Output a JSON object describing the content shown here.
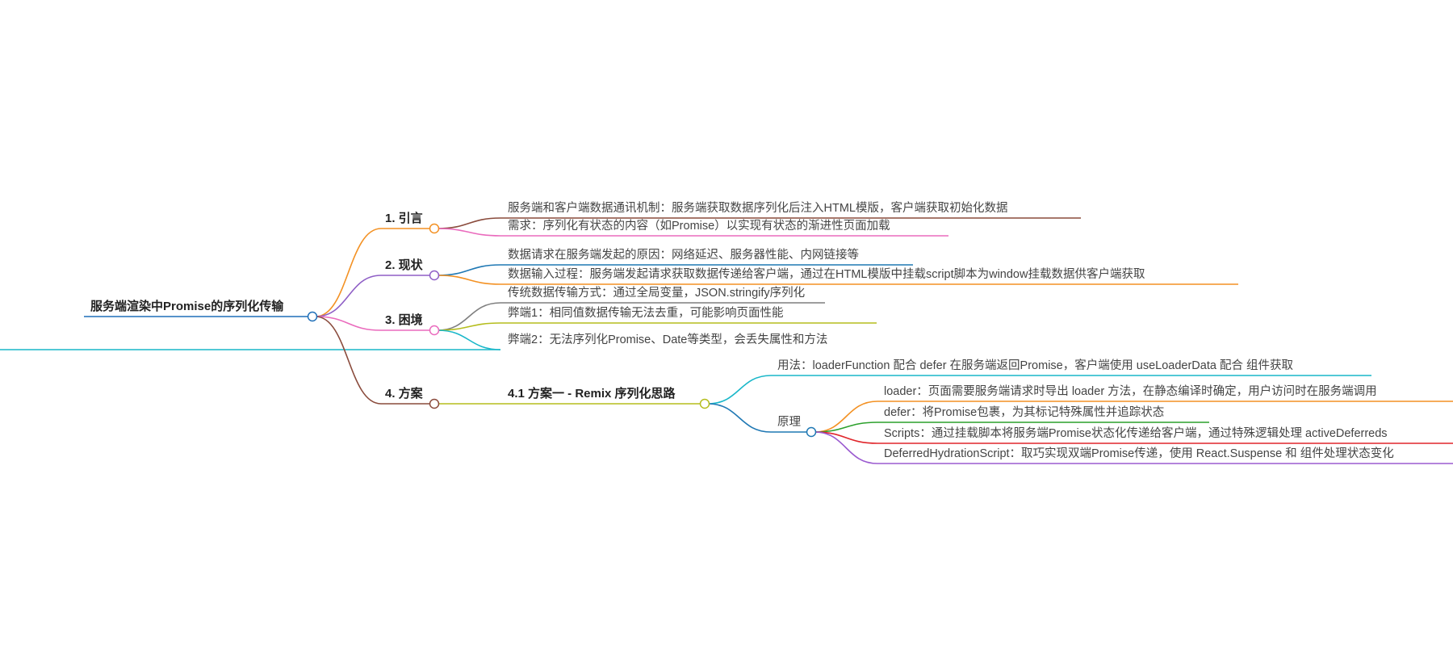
{
  "root": {
    "label": "服务端渲染中Promise的序列化传输"
  },
  "colors": {
    "root": "#1e6fb8",
    "orange": "#f39123",
    "purple": "#8f5fc6",
    "pink": "#ea6bbd",
    "brown": "#8a4b3c",
    "blue": "#1f78b4",
    "gray": "#7f7f7f",
    "olive": "#b5bd1d",
    "teal": "#19b7c9",
    "green": "#2ca02c",
    "red": "#e0262b",
    "violet": "#9b5bd0"
  },
  "sections": [
    {
      "label": "1. 引言",
      "color": "orange",
      "children": [
        {
          "label": "服务端和客户端数据通讯机制：服务端获取数据序列化后注入HTML模版，客户端获取初始化数据",
          "color": "brown"
        },
        {
          "label": "需求：序列化有状态的内容（如Promise）以实现有状态的渐进性页面加载",
          "color": "pink"
        }
      ]
    },
    {
      "label": "2. 现状",
      "color": "purple",
      "children": [
        {
          "label": "数据请求在服务端发起的原因：网络延迟、服务器性能、内网链接等",
          "color": "blue"
        },
        {
          "label": "数据输入过程：服务端发起请求获取数据传递给客户端，通过在HTML模版中挂载script脚本为window挂载数据供客户端获取",
          "color": "orange"
        }
      ]
    },
    {
      "label": "3. 困境",
      "color": "pink",
      "children": [
        {
          "label": "传统数据传输方式：通过全局变量，JSON.stringify序列化",
          "color": "gray"
        },
        {
          "label": "弊端1：相同值数据传输无法去重，可能影响页面性能",
          "color": "olive"
        },
        {
          "label": "弊端2：无法序列化Promise、Date等类型，会丢失属性和方法",
          "color": "teal"
        }
      ]
    },
    {
      "label": "4. 方案",
      "color": "brown",
      "children": [
        {
          "label": "4.1 方案一 - Remix 序列化思路",
          "color": "olive",
          "children": [
            {
              "label": "用法：loaderFunction 配合 defer 在服务端返回Promise，客户端使用 useLoaderData 配合 组件获取",
              "color": "teal"
            },
            {
              "label": "原理",
              "color": "blue",
              "children": [
                {
                  "label": "loader：页面需要服务端请求时导出 loader 方法，在静态编译时确定，用户访问时在服务端调用",
                  "color": "orange"
                },
                {
                  "label": "defer：将Promise包裹，为其标记特殊属性并追踪状态",
                  "color": "green"
                },
                {
                  "label": "Scripts：通过挂载脚本将服务端Promise状态化传递给客户端，通过特殊逻辑处理 activeDeferreds",
                  "color": "red"
                },
                {
                  "label": "DeferredHydrationScript：取巧实现双端Promise传递，使用 React.Suspense 和 组件处理状态变化",
                  "color": "violet"
                }
              ]
            }
          ]
        }
      ]
    }
  ]
}
